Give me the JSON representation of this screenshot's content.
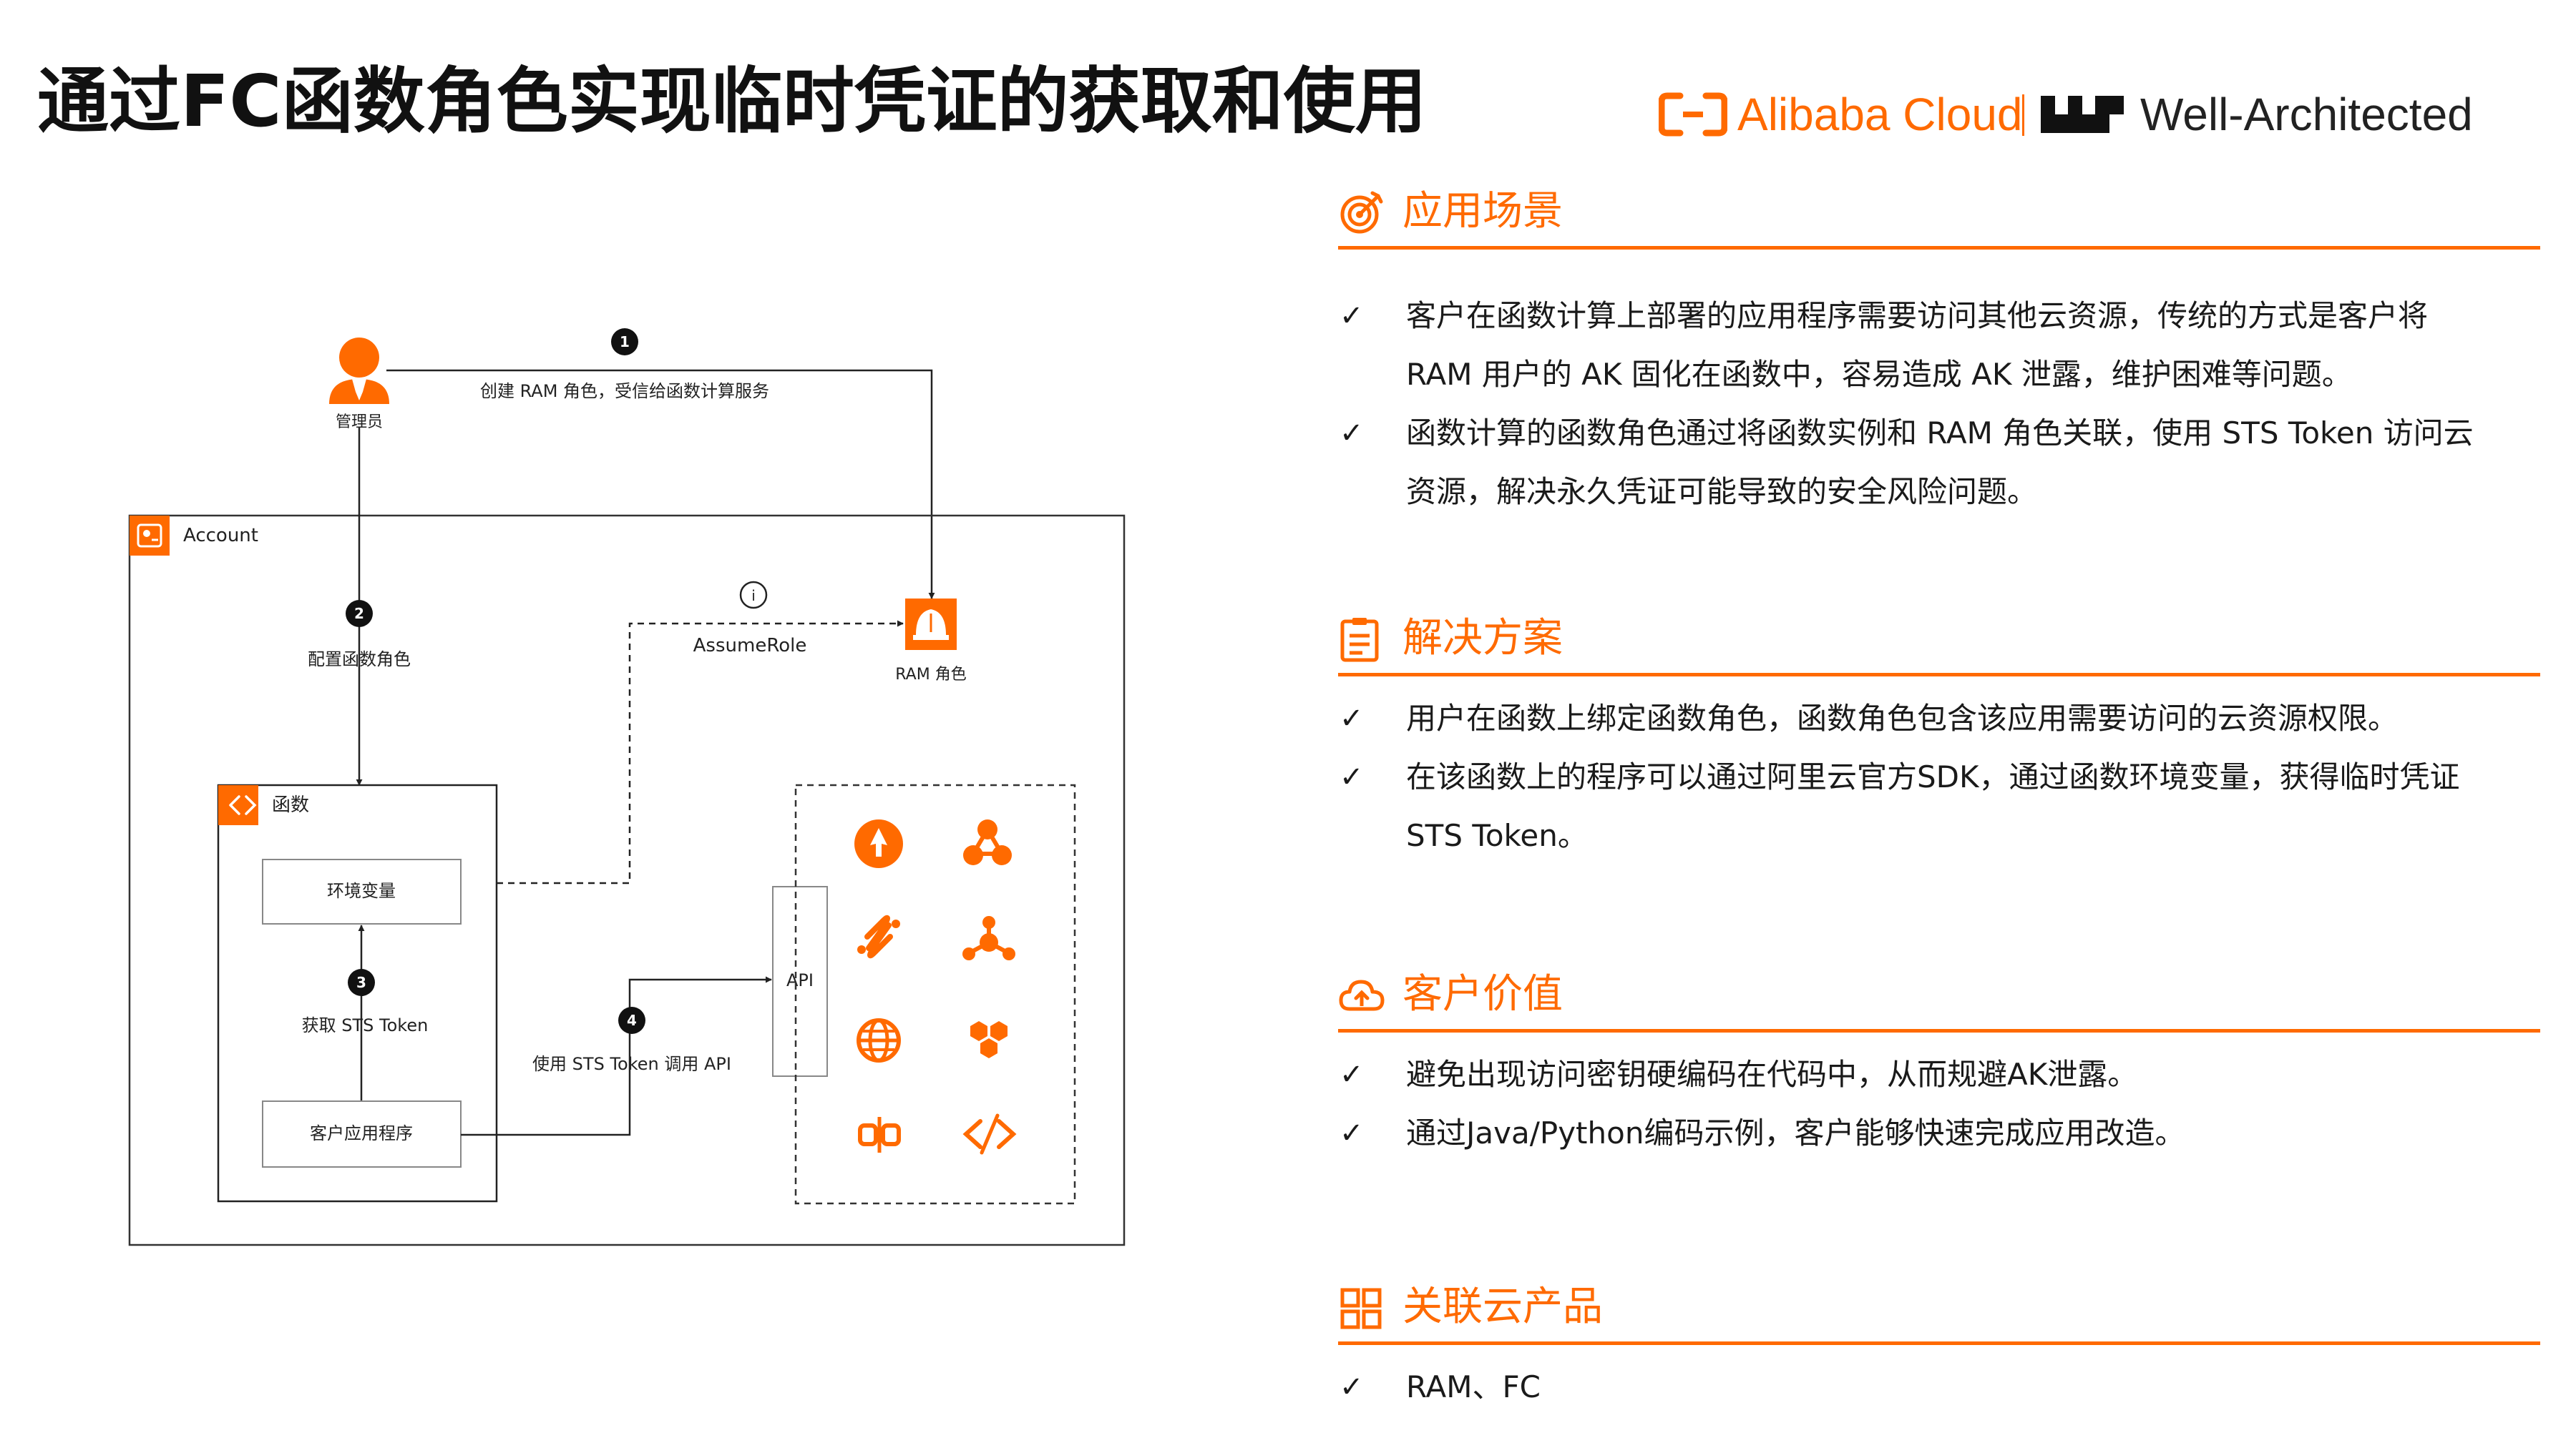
{
  "title": "通过FC函数角色实现临时凭证的获取和使用",
  "brand": {
    "alibaba_cloud": "Alibaba Cloud",
    "well_architected": "Well-Architected",
    "accent": "#ff6a00"
  },
  "diagram": {
    "admin_label": "管理员",
    "account_label": "Account",
    "function_label": "函数",
    "env_var_label": "环境变量",
    "client_app_label": "客户应用程序",
    "ram_role_label": "RAM 角色",
    "api_label": "API",
    "assume_role_label": "AssumeRole",
    "info_marker": "i",
    "steps": [
      {
        "num": "1",
        "label": "创建 RAM 角色，受信给函数计算服务"
      },
      {
        "num": "2",
        "label": "配置函数角色"
      },
      {
        "num": "3",
        "label": "获取 STS Token"
      },
      {
        "num": "4",
        "label": "使用 STS Token 调用 API"
      }
    ],
    "service_icons": [
      "rocket-icon",
      "triangle-network-icon",
      "link-chain-icon",
      "node-graph-icon",
      "globe-icon",
      "hexagon-cluster-icon",
      "broken-link-icon",
      "code-arrows-icon"
    ]
  },
  "sections": [
    {
      "icon": "target-icon",
      "title": "应用场景",
      "bullets": [
        "客户在函数计算上部署的应用程序需要访问其他云资源，传统的方式是客户将 RAM 用户的 AK 固化在函数中，容易造成 AK 泄露，维护困难等问题。",
        "函数计算的函数角色通过将函数实例和 RAM 角色关联，使用 STS Token 访问云资源，解决永久凭证可能导致的安全风险问题。"
      ]
    },
    {
      "icon": "clipboard-icon",
      "title": "解决方案",
      "bullets": [
        "用户在函数上绑定函数角色，函数角色包含该应用需要访问的云资源权限。",
        "在该函数上的程序可以通过阿里云官方SDK，通过函数环境变量，获得临时凭证STS Token。"
      ]
    },
    {
      "icon": "cloud-upload-icon",
      "title": "客户价值",
      "bullets": [
        "避免出现访问密钥硬编码在代码中，从而规避AK泄露。",
        "通过Java/Python编码示例，客户能够快速完成应用改造。"
      ]
    },
    {
      "icon": "grid-icon",
      "title": "关联云产品",
      "bullets": [
        "RAM、FC"
      ]
    }
  ]
}
